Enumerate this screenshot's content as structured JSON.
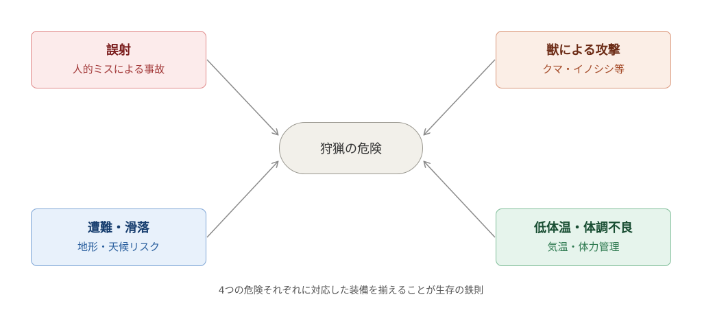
{
  "diagram": {
    "center": {
      "label": "狩猟の危険",
      "fill": "#f2f0ea",
      "border": "#9a9890",
      "text": "#333333"
    },
    "nodes": [
      {
        "id": "tl",
        "title": "誤射",
        "subtitle": "人的ミスによる事故",
        "fill": "#fcebeb",
        "border": "#e08a8a",
        "title_color": "#7a1c1c",
        "sub_color": "#a33a3a"
      },
      {
        "id": "tr",
        "title": "獣による攻撃",
        "subtitle": "クマ・イノシシ等",
        "fill": "#fbeee6",
        "border": "#d9967a",
        "title_color": "#6b2a14",
        "sub_color": "#a44a28"
      },
      {
        "id": "bl",
        "title": "遭難・滑落",
        "subtitle": "地形・天候リスク",
        "fill": "#e8f1fb",
        "border": "#7fa6d6",
        "title_color": "#163d6e",
        "sub_color": "#2a5f9e"
      },
      {
        "id": "br",
        "title": "低体温・体調不良",
        "subtitle": "気温・体力管理",
        "fill": "#e6f4ec",
        "border": "#7fbd98",
        "title_color": "#184d32",
        "sub_color": "#2e7a50"
      }
    ],
    "arrow_color": "#8a8a8a",
    "caption": "4つの危険それぞれに対応した装備を揃えることが生存の鉄則"
  }
}
